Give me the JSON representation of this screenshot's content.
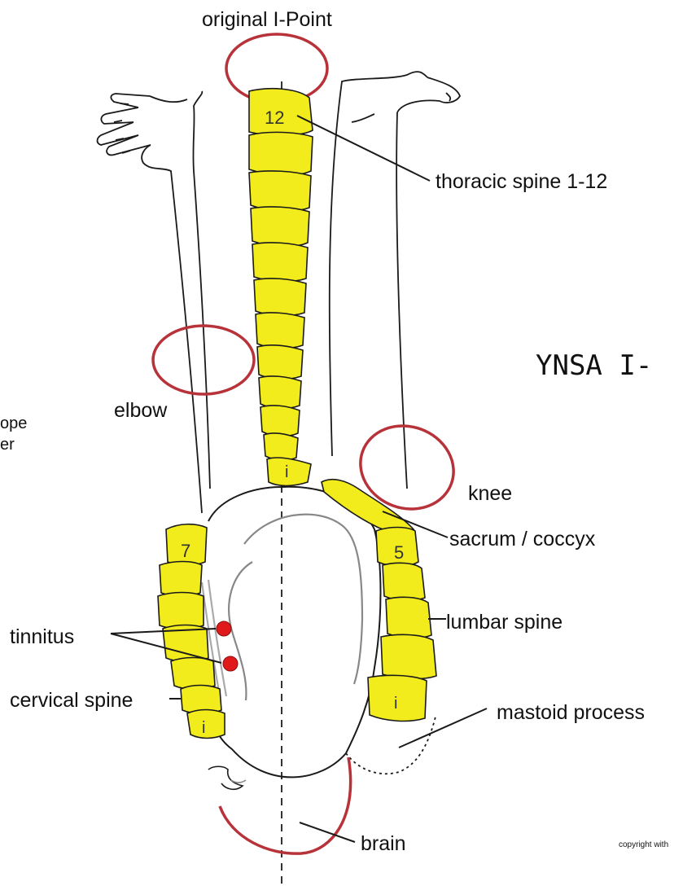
{
  "labels": {
    "original_i_point": "original I-Point",
    "thoracic_spine": "thoracic spine 1-12",
    "title_fragment": "YNSA I-",
    "elbow": "elbow",
    "left_fragment_1": "ope",
    "left_fragment_2": "er",
    "knee": "knee",
    "sacrum": "sacrum / coccyx",
    "lumbar": "lumbar spine",
    "tinnitus": "tinnitus",
    "cervical": "cervical spine",
    "mastoid": "mastoid process",
    "brain": "brain",
    "copyright": "copyright with"
  },
  "vertebra_labels": {
    "thoracic_top": "12",
    "thoracic_bottom": "i",
    "cervical_top": "7",
    "cervical_bottom": "i",
    "lumbar_top": "5",
    "lumbar_bottom": "i"
  },
  "colors": {
    "vertebra_fill": "#f2ec1c",
    "outline": "#1a1a1a",
    "zone_circle": "#b8323a",
    "tinnitus_dot": "#e0191b",
    "inner_curve": "#888888"
  }
}
